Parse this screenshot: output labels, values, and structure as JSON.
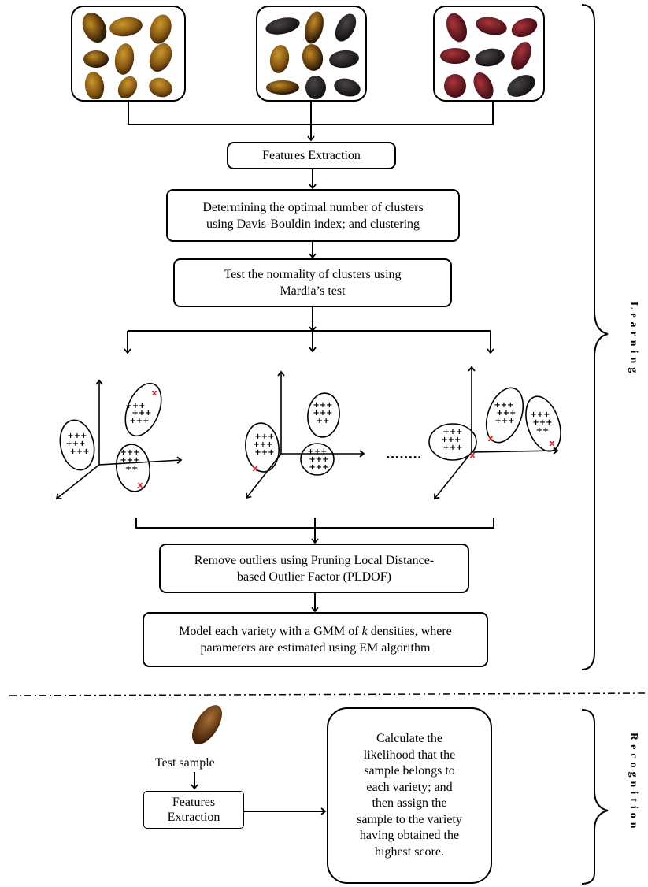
{
  "steps": {
    "features_extraction": "Features Extraction",
    "optimal_clusters": [
      "Determining the optimal number of clusters",
      "using Davis-Bouldin index; and clustering"
    ],
    "normality_test": [
      "Test the normality of clusters using",
      "Mardia’s test"
    ],
    "remove_outliers": [
      "Remove outliers using Pruning Local Distance-",
      "based Outlier Factor (PLDOF)"
    ],
    "model_gmm": [
      "Model each variety with a GMM of ",
      "k",
      " densities, where",
      "parameters are estimated using EM algorithm"
    ]
  },
  "ellipsis": "........",
  "learning_label": "Learning",
  "recognition": {
    "label": "Recognition",
    "test_sample": "Test sample",
    "features_extraction": [
      "Features",
      "Extraction"
    ],
    "decision": [
      "Calculate the",
      "likelihood that the",
      "sample belongs to",
      "each variety; and",
      "then assign the",
      "sample to the variety",
      "having obtained the",
      "highest score."
    ]
  },
  "colors": {
    "outlier": "#e02020",
    "line": "#000000",
    "date_light": "#9a6a18",
    "date_dark": "#1e1a1c",
    "date_red": "#6a1a20"
  }
}
